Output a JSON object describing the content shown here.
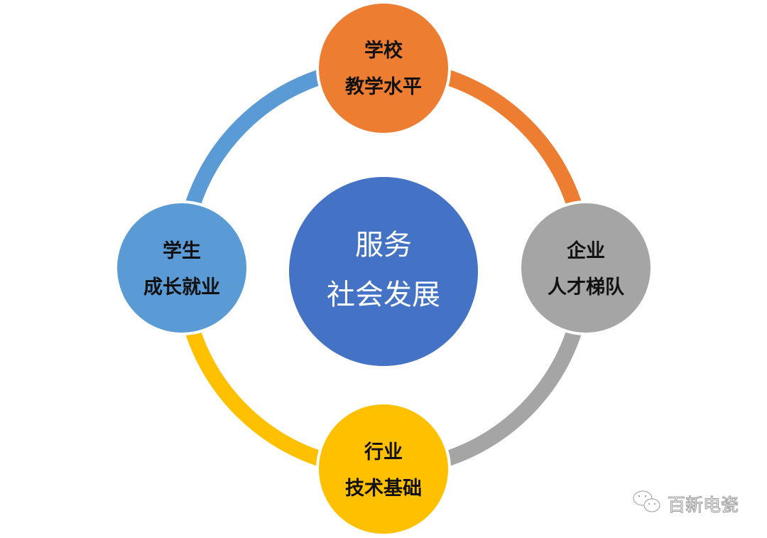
{
  "center": {
    "line1": "服务",
    "line2": "社会发展",
    "color": "#4472C4"
  },
  "nodes": {
    "top": {
      "line1": "学校",
      "line2": "教学水平",
      "color": "#ED7D31"
    },
    "right": {
      "line1": "企业",
      "line2": "人才梯队",
      "color": "#A5A5A5"
    },
    "bottom": {
      "line1": "行业",
      "line2": "技术基础",
      "color": "#FFC000"
    },
    "left": {
      "line1": "学生",
      "line2": "成长就业",
      "color": "#5B9BD5"
    }
  },
  "watermark": {
    "text": "百新电瓷",
    "icon": "wechat-icon"
  }
}
